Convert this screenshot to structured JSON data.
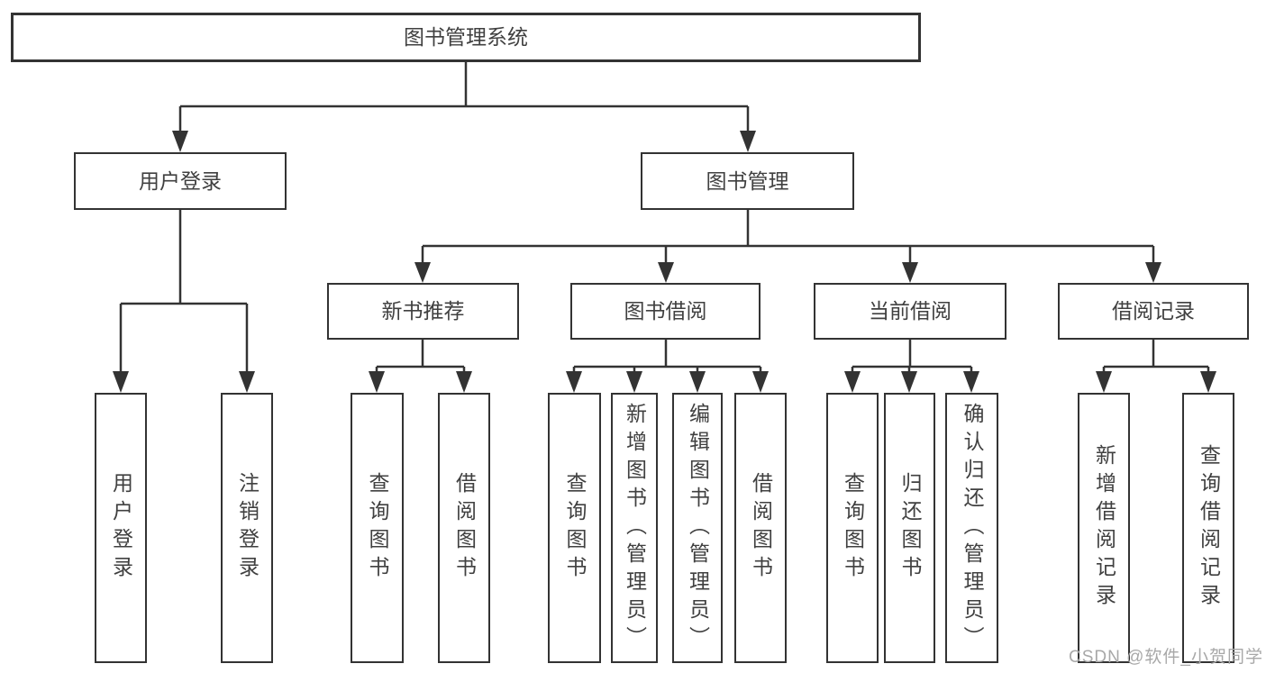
{
  "diagram": {
    "title_node": "图书管理系统",
    "tree": {
      "label": "图书管理系统",
      "children": [
        {
          "label": "用户登录",
          "children": [
            {
              "label": "用户登录"
            },
            {
              "label": "注销登录"
            }
          ]
        },
        {
          "label": "图书管理",
          "children": [
            {
              "label": "新书推荐",
              "children": [
                {
                  "label": "查询图书"
                },
                {
                  "label": "借阅图书"
                }
              ]
            },
            {
              "label": "图书借阅",
              "children": [
                {
                  "label": "查询图书"
                },
                {
                  "label": "新增图书（管理员）"
                },
                {
                  "label": "编辑图书（管理员）"
                },
                {
                  "label": "借阅图书"
                }
              ]
            },
            {
              "label": "当前借阅",
              "children": [
                {
                  "label": "查询图书"
                },
                {
                  "label": "归还图书"
                },
                {
                  "label": "确认归还（管理员）"
                }
              ]
            },
            {
              "label": "借阅记录",
              "children": [
                {
                  "label": "新增借阅记录"
                },
                {
                  "label": "查询借阅记录"
                }
              ]
            }
          ]
        }
      ]
    },
    "colors": {
      "line": "#333333",
      "box_border": "#333333",
      "text": "#404040",
      "background": "#ffffff",
      "watermark": "#a8a8a8"
    }
  },
  "watermark": {
    "text": "CSDN @软件_小贺同学"
  }
}
